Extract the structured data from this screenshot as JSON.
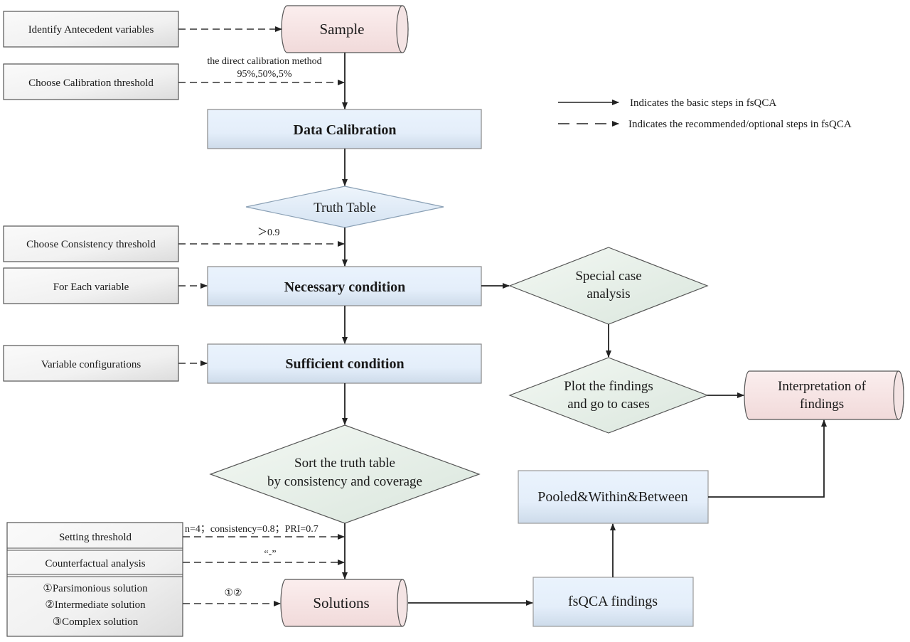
{
  "legend": {
    "solid": "Indicates the basic steps in fsQCA",
    "dashed": "Indicates the recommended/optional steps in fsQCA"
  },
  "side_boxes": {
    "identify": "Identify Antecedent variables",
    "calibration_threshold": "Choose Calibration threshold",
    "consistency_threshold": "Choose Consistency threshold",
    "each_variable": "For Each variable",
    "configurations": "Variable configurations",
    "setting_threshold": "Setting threshold",
    "counterfactual": "Counterfactual analysis",
    "solution_types": [
      "①Parsimonious solution",
      "②Intermediate solution",
      "③Complex solution"
    ]
  },
  "nodes": {
    "sample": "Sample",
    "data_calibration": "Data Calibration",
    "truth_table": "Truth Table",
    "necessary": "Necessary condition",
    "sufficient": "Sufficient condition",
    "sort": [
      "Sort the truth table",
      "by consistency and coverage"
    ],
    "solutions": "Solutions",
    "special_case": [
      "Special case",
      "analysis"
    ],
    "plot": [
      "Plot the findings",
      "and go to cases"
    ],
    "interpretation": [
      "Interpretation of",
      "findings"
    ],
    "pooled": "Pooled&Within&Between",
    "fsqca_findings": "fsQCA findings"
  },
  "annotations": {
    "calibration_method": "the direct calibration method",
    "calibration_values": "95%,50%,5%",
    "consistency_value": "＞0.9",
    "threshold_values": "n=4；consistency=0.8；PRI=0.7",
    "counterfactual_mark": "“-”",
    "solution_choice": "①②"
  }
}
